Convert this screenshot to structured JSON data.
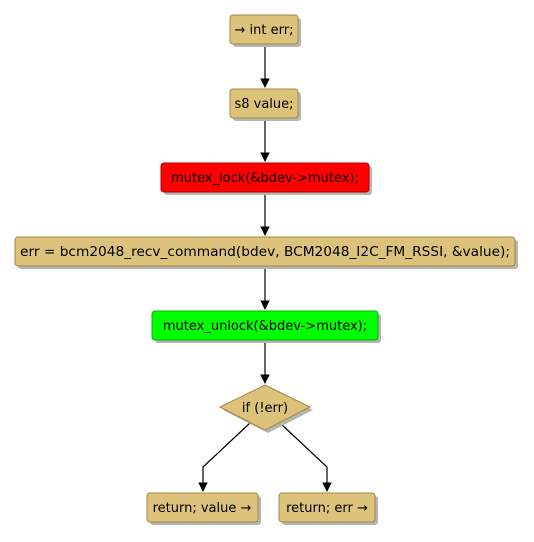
{
  "colors": {
    "default_fill": "#dcc27a",
    "default_stroke": "#a3893f",
    "lock_fill": "#ff0000",
    "lock_stroke": "#b30000",
    "unlock_fill": "#00ff00",
    "unlock_stroke": "#00b300",
    "edge": "#000000",
    "shadow": "#b5b5b5"
  },
  "nodes": {
    "start": "→ int err;",
    "decl_value": "s8 value;",
    "lock": "mutex_lock(&bdev->mutex);",
    "recv": "err = bcm2048_recv_command(bdev, BCM2048_I2C_FM_RSSI, &value);",
    "unlock": "mutex_unlock(&bdev->mutex);",
    "decision": "if (!err)",
    "return_value": "return; value →",
    "return_err": "return; err →"
  }
}
